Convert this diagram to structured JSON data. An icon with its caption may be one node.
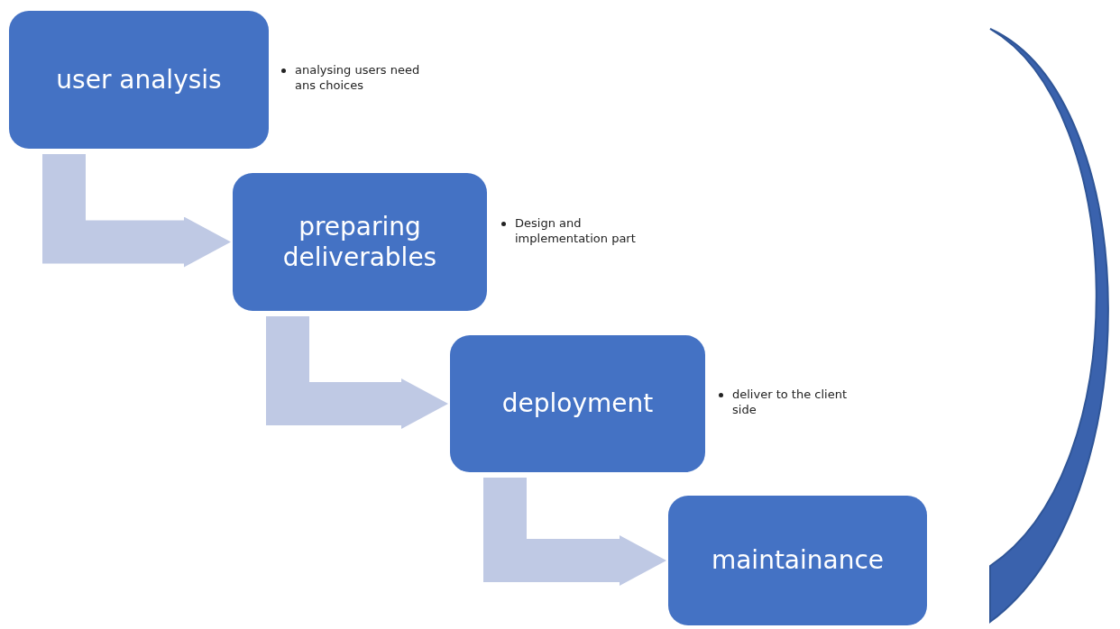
{
  "diagram": {
    "nodes": [
      {
        "text": [
          "user analysis"
        ],
        "beside": [
          "analysing users need ans choices"
        ]
      },
      {
        "text": [
          "preparing deliverables"
        ],
        "beside": [
          "Design and implementation part"
        ]
      },
      {
        "text": [
          "deployment"
        ],
        "beside": [
          "deliver to the client side"
        ]
      },
      {
        "text": [
          "maintainance"
        ]
      },
      {
        "text": [],
        "shape": "arc"
      }
    ],
    "edges": [
      {
        "from": 0,
        "to": 1,
        "arrow": "to"
      },
      {
        "from": 1,
        "to": 2,
        "arrow": "to"
      },
      {
        "from": 2,
        "to": 3,
        "arrow": "to"
      }
    ]
  }
}
